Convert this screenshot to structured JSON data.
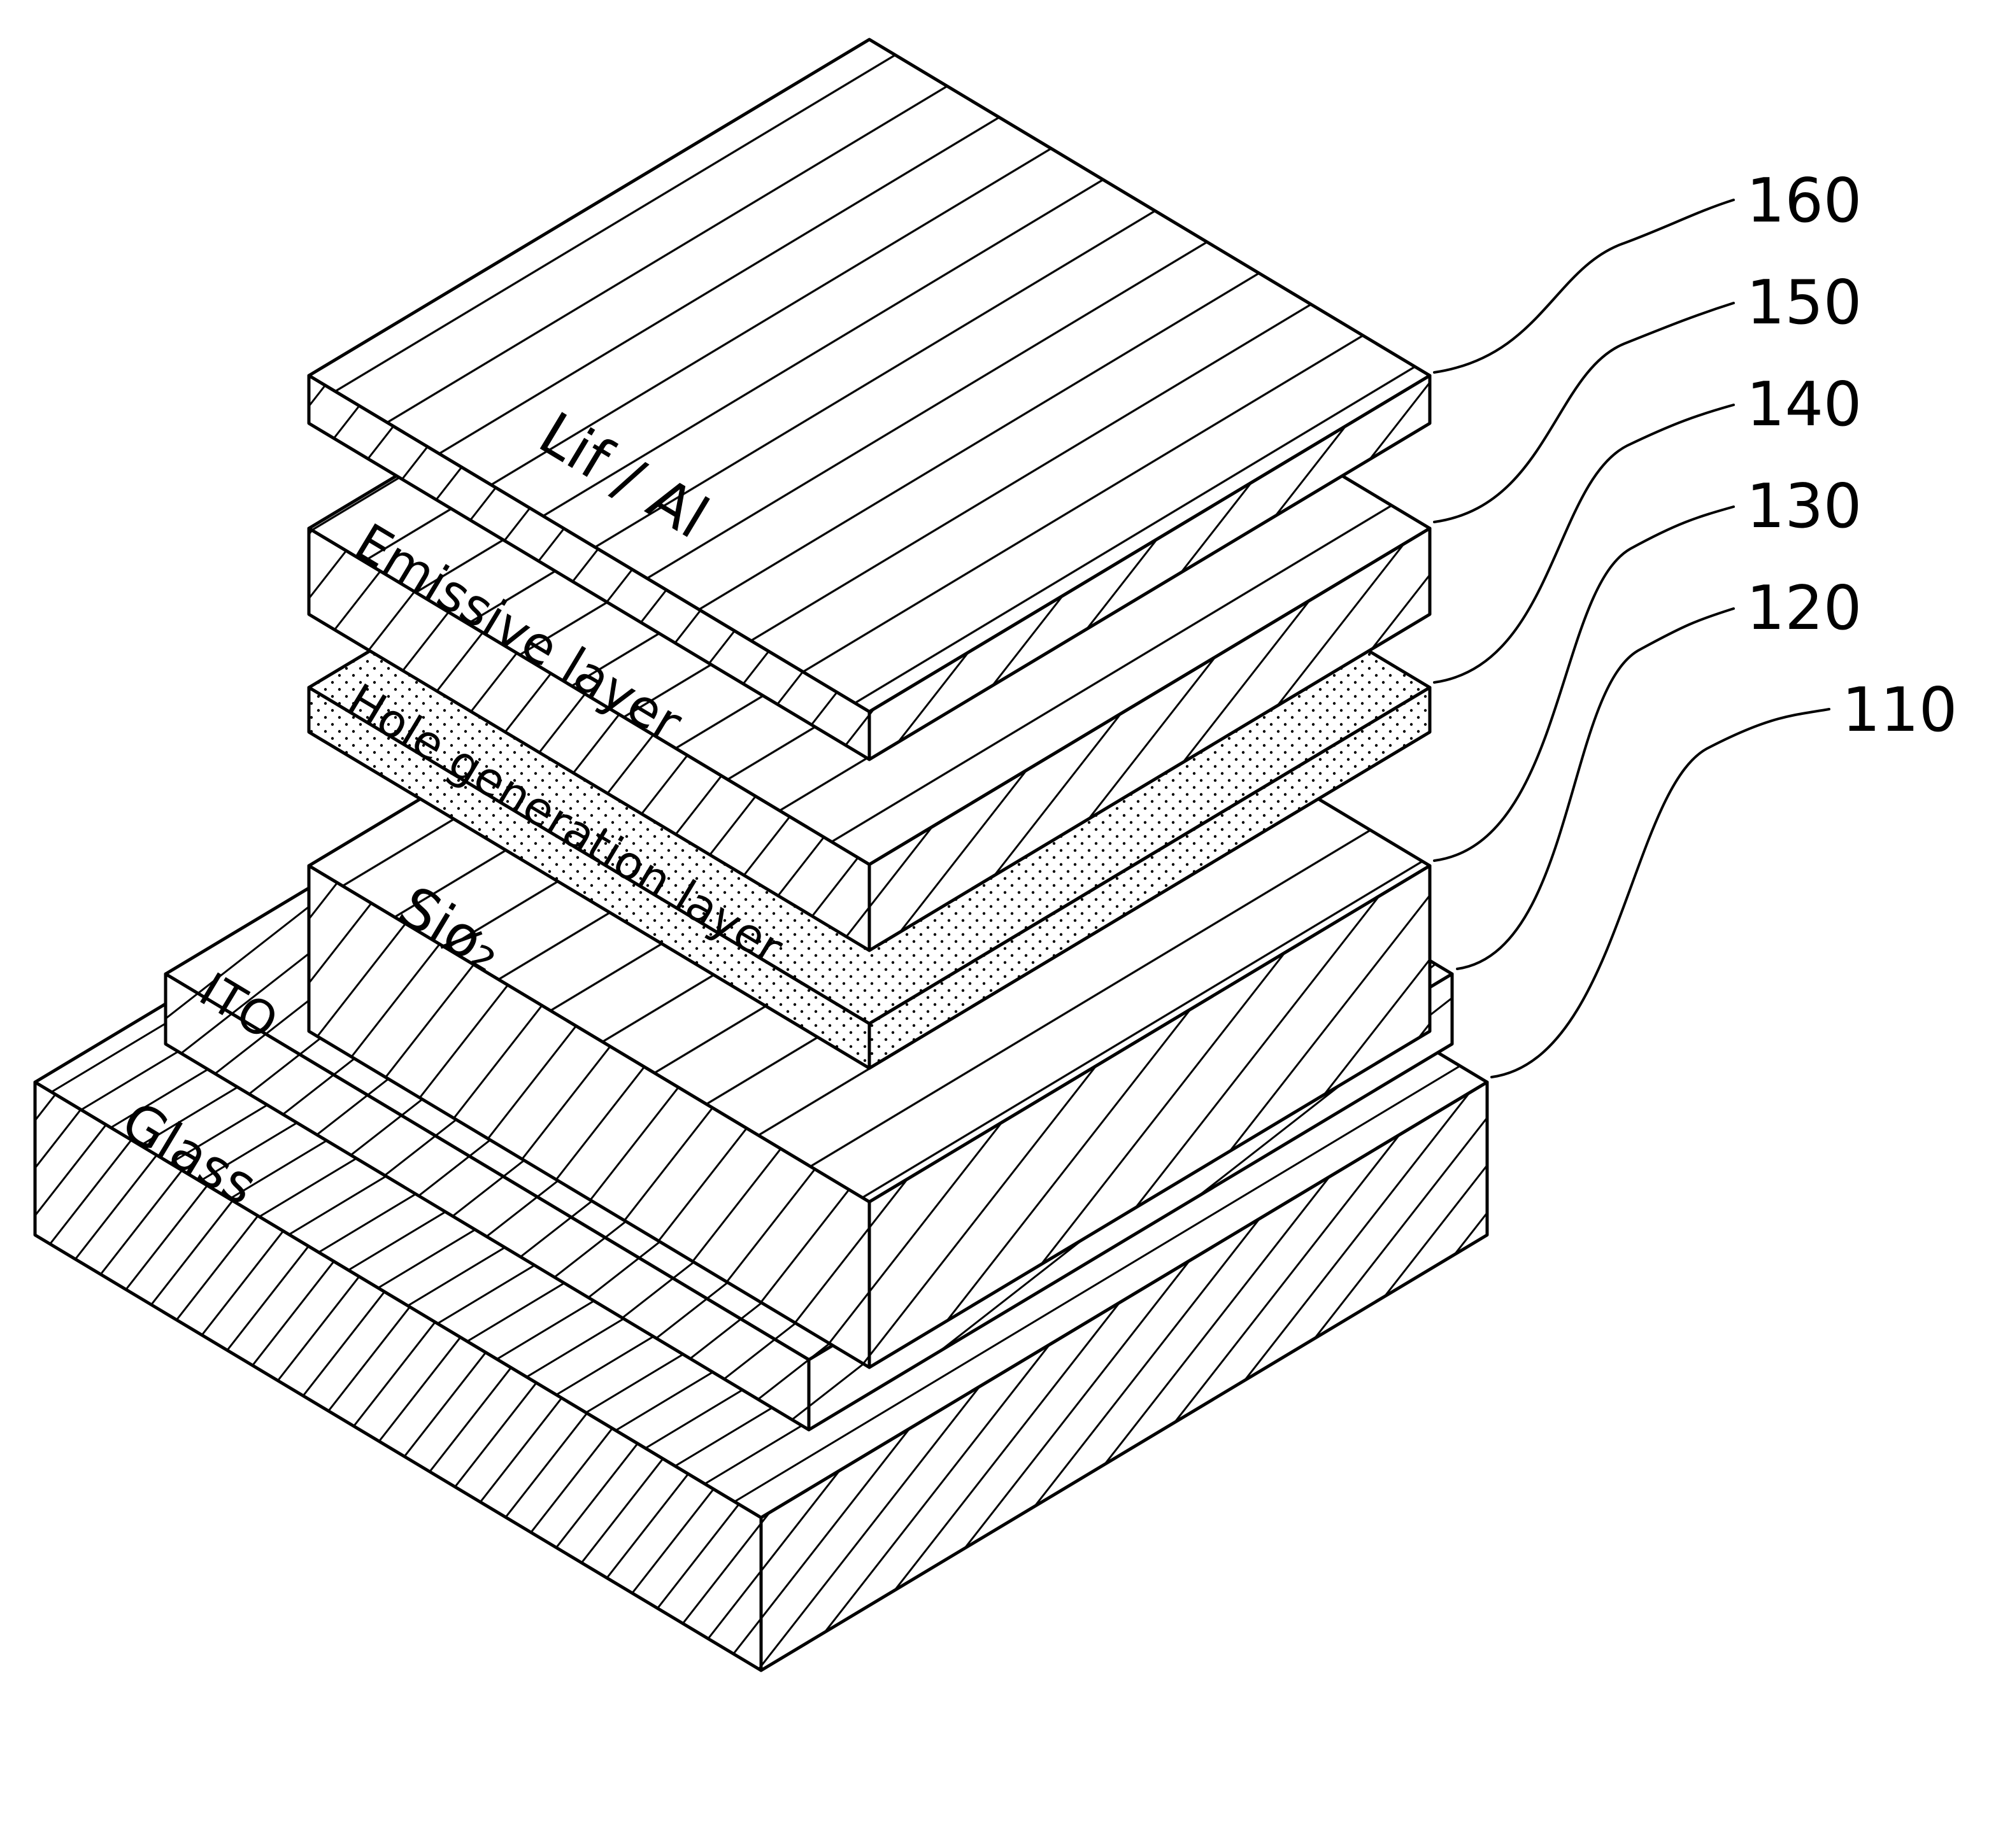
{
  "figure": {
    "description": "Exploded isometric diagram of a layered device stack (patent-style figure)",
    "background": "#ffffff",
    "line_color": "#000000"
  },
  "layers": [
    {
      "ref": "160",
      "label": "Lif / Al",
      "texture": "diagonal-hatch"
    },
    {
      "ref": "150",
      "label": "Emissive layer",
      "texture": "diagonal-hatch"
    },
    {
      "ref": "140",
      "label": "Hole generation layer",
      "texture": "dotted"
    },
    {
      "ref": "130",
      "label": "Siø₂",
      "texture": "diagonal-hatch"
    },
    {
      "ref": "120",
      "label": "ITO",
      "texture": "diagonal-hatch"
    },
    {
      "ref": "110",
      "label": "Glass",
      "texture": "diagonal-hatch"
    }
  ]
}
